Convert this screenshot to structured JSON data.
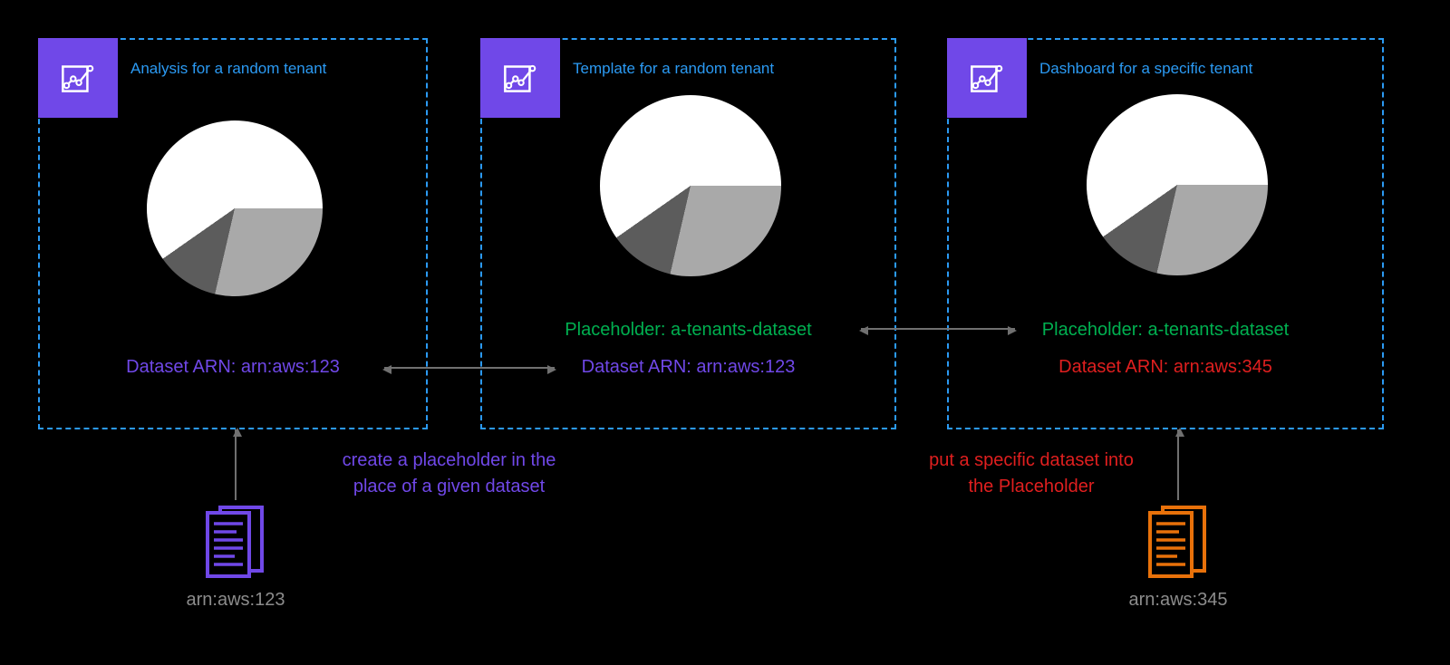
{
  "meta": {
    "type": "diagram",
    "description": "Multi-tenant analytics templating diagram: analysis, template and dashboard panels linked by dataset ARN and placeholder"
  },
  "colors": {
    "background": "#000000",
    "panel_border_blue": "#2b9af3",
    "title_blue": "#2b9af3",
    "purple": "#7048e8",
    "green": "#00b050",
    "red": "#e01f1f",
    "orange": "#e8710a",
    "gray_text": "#8c8c8c",
    "arrow_gray": "#707070",
    "pie_white": "#ffffff",
    "pie_light_gray": "#a9a9a9",
    "pie_dark_gray": "#5c5c5c"
  },
  "panels": [
    {
      "title": "Analysis for a random tenant",
      "lines": [
        {
          "text": "Dataset ARN: arn:aws:123",
          "color": "purple"
        }
      ]
    },
    {
      "title": "Template for a random tenant",
      "lines": [
        {
          "text": "Placeholder: a-tenants-dataset",
          "color": "green"
        },
        {
          "text": "Dataset ARN: arn:aws:123",
          "color": "purple"
        }
      ]
    },
    {
      "title": "Dashboard for a specific tenant",
      "lines": [
        {
          "text": "Placeholder: a-tenants-dataset",
          "color": "green"
        },
        {
          "text": "Dataset ARN: arn:aws:345",
          "color": "red"
        }
      ]
    }
  ],
  "annotations": [
    {
      "text": "create a placeholder in the place of a given dataset",
      "color": "purple"
    },
    {
      "text": "put a specific dataset into the Placeholder",
      "color": "red"
    }
  ],
  "datasets": [
    {
      "label": "arn:aws:123",
      "icon_color": "purple"
    },
    {
      "label": "arn:aws:345",
      "icon_color": "orange"
    }
  ],
  "pie": {
    "slices": [
      {
        "color": "#ffffff",
        "percent": 60
      },
      {
        "color": "#a9a9a9",
        "percent": 29
      },
      {
        "color": "#5c5c5c",
        "percent": 11
      }
    ]
  }
}
